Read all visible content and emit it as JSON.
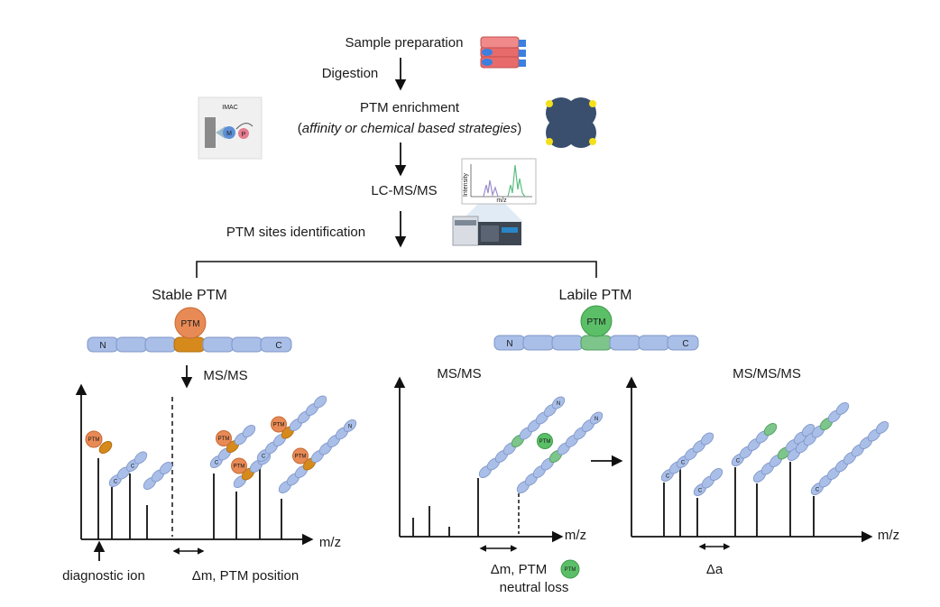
{
  "workflow": {
    "sample_preparation": "Sample preparation",
    "digestion": "Digestion",
    "ptm_enrichment": "PTM enrichment",
    "enrichment_open": "(",
    "enrichment_detail": "affinity or chemical based strategies",
    "enrichment_close": ")",
    "lc_ms": "LC-MS/MS",
    "site_identification": "PTM sites identification",
    "imac_label": "IMAC",
    "imac_m": "M",
    "imac_p": "P",
    "spectrum_y": "Intensity",
    "spectrum_x": "m/z"
  },
  "stable": {
    "title": "Stable PTM",
    "badge": "PTM",
    "n": "N",
    "c": "C",
    "msms": "MS/MS",
    "xaxis": "m/z",
    "diagnostic": "diagnostic ion",
    "delta": "Δm, PTM position"
  },
  "labile": {
    "title": "Labile PTM",
    "badge": "PTM",
    "n": "N",
    "c": "C",
    "msms": "MS/MS",
    "msmsms": "MS/MS/MS",
    "xaxis1": "m/z",
    "xaxis2": "m/z",
    "delta1": "Δm, PTM",
    "neutral_loss": "neutral loss",
    "delta2": "Δa"
  },
  "frag_labels": {
    "ptm": "PTM",
    "c": "C",
    "n": "N"
  },
  "colors": {
    "residue": "#aabfe8",
    "residue_stroke": "#7f96c8",
    "stable_ptm": "#e88a55",
    "stable_residue": "#d68a1c",
    "labile_ptm": "#5bbf68",
    "labile_residue": "#7dc58a",
    "axis": "#111111"
  }
}
